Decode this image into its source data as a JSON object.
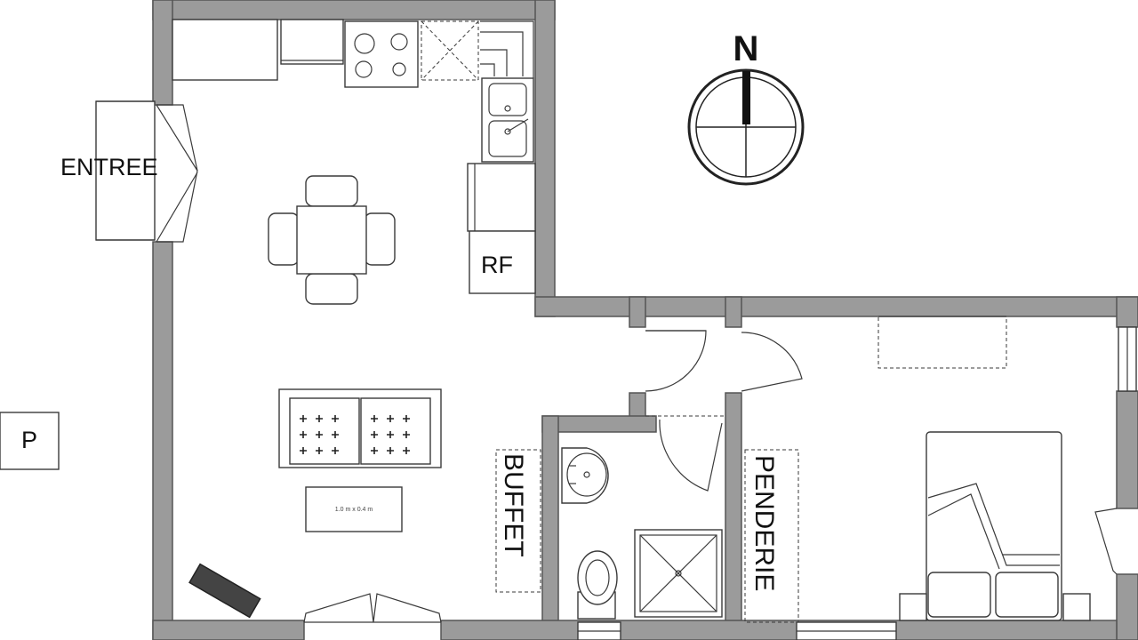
{
  "labels": {
    "entree": "ENTREE",
    "fridge": "RF",
    "buffet": "BUFFET",
    "penderie": "PENDERIE",
    "rug_size": "1.0 m x 0.4 m",
    "parking": "P",
    "north": "N"
  },
  "colors": {
    "wall": "#9b9b9b",
    "line": "#3a3a3a",
    "background": "#ffffff"
  }
}
